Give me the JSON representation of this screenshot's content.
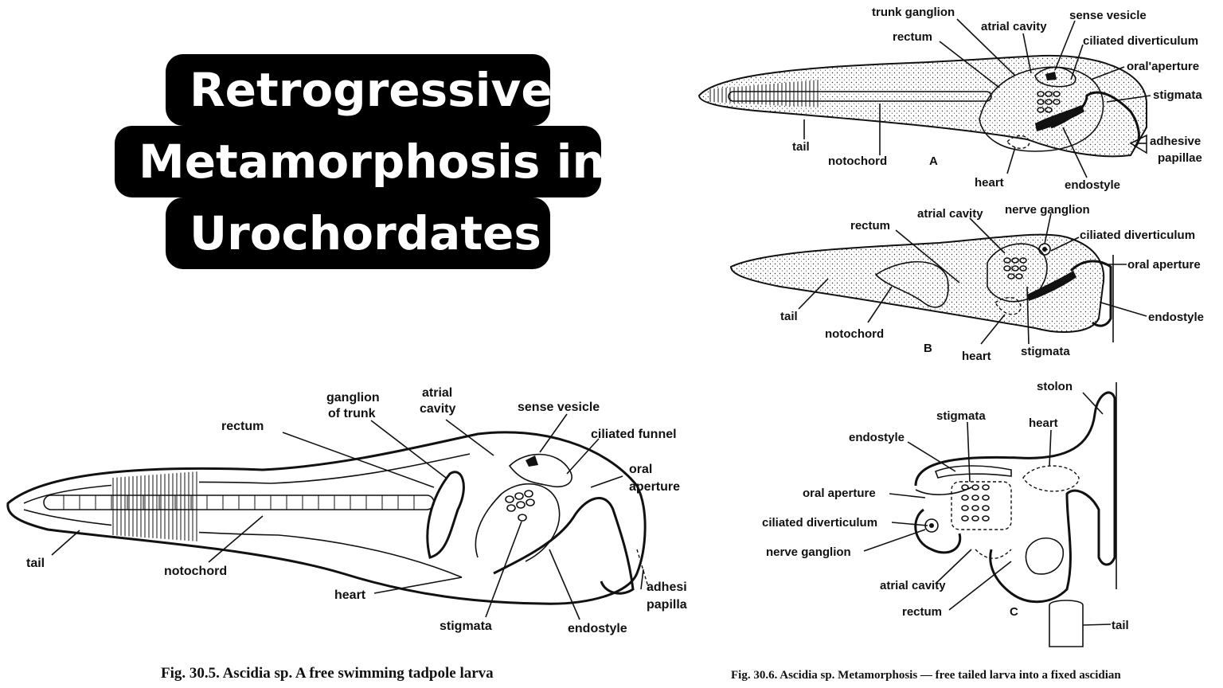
{
  "title": {
    "lines": [
      "Retrogressive",
      "Metamorphosis in",
      "Urochordates"
    ],
    "background_color": "#000000",
    "text_color": "#ffffff"
  },
  "fig_30_5": {
    "caption": "Fig. 30.5. Ascidia sp. A free swimming tadpole larva",
    "labels": {
      "ganglion_of_trunk_1": "ganglion",
      "ganglion_of_trunk_2": "of trunk",
      "atrial_cavity_1": "atrial",
      "atrial_cavity_2": "cavity",
      "sense_vesicle": "sense vesicle",
      "rectum": "rectum",
      "ciliated_funnel": "ciliated funnel",
      "oral_aperture_1": "oral",
      "oral_aperture_2": "aperture",
      "tail": "tail",
      "notochord": "notochord",
      "heart": "heart",
      "adhesive_papilla_1": "adhesi",
      "adhesive_papilla_2": "papilla",
      "stigmata": "stigmata",
      "endostyle": "endostyle"
    }
  },
  "fig_30_6": {
    "caption": "Fig. 30.6. Ascidia sp. Metamorphosis — free tailed larva into a fixed ascidian",
    "A": {
      "letter": "A",
      "labels": {
        "trunk_ganglion": "trunk ganglion",
        "atrial_cavity": "atrial cavity",
        "sense_vesicle": "sense vesicle",
        "rectum": "rectum",
        "ciliated_diverticulum": "ciliated diverticulum",
        "oral_aperture": "oral'aperture",
        "stigmata": "stigmata",
        "tail": "tail",
        "notochord": "notochord",
        "adhesive_papillae_1": "adhesive",
        "adhesive_papillae_2": "papillae",
        "heart": "heart",
        "endostyle": "endostyle"
      }
    },
    "B": {
      "letter": "B",
      "labels": {
        "atrial_cavity": "atrial cavity",
        "nerve_ganglion": "nerve ganglion",
        "rectum": "rectum",
        "ciliated_diverticulum": "ciliated diverticulum",
        "oral_aperture": "oral aperture",
        "tail": "tail",
        "endostyle": "endostyle",
        "notochord": "notochord",
        "heart": "heart",
        "stigmata": "stigmata"
      }
    },
    "C": {
      "letter": "C",
      "labels": {
        "stolon": "stolon",
        "stigmata": "stigmata",
        "heart": "heart",
        "endostyle": "endostyle",
        "oral_aperture": "oral aperture",
        "ciliated_diverticulum": "ciliated diverticulum",
        "nerve_ganglion": "nerve ganglion",
        "atrial_cavity": "atrial cavity",
        "rectum": "rectum",
        "tail": "tail"
      }
    }
  }
}
